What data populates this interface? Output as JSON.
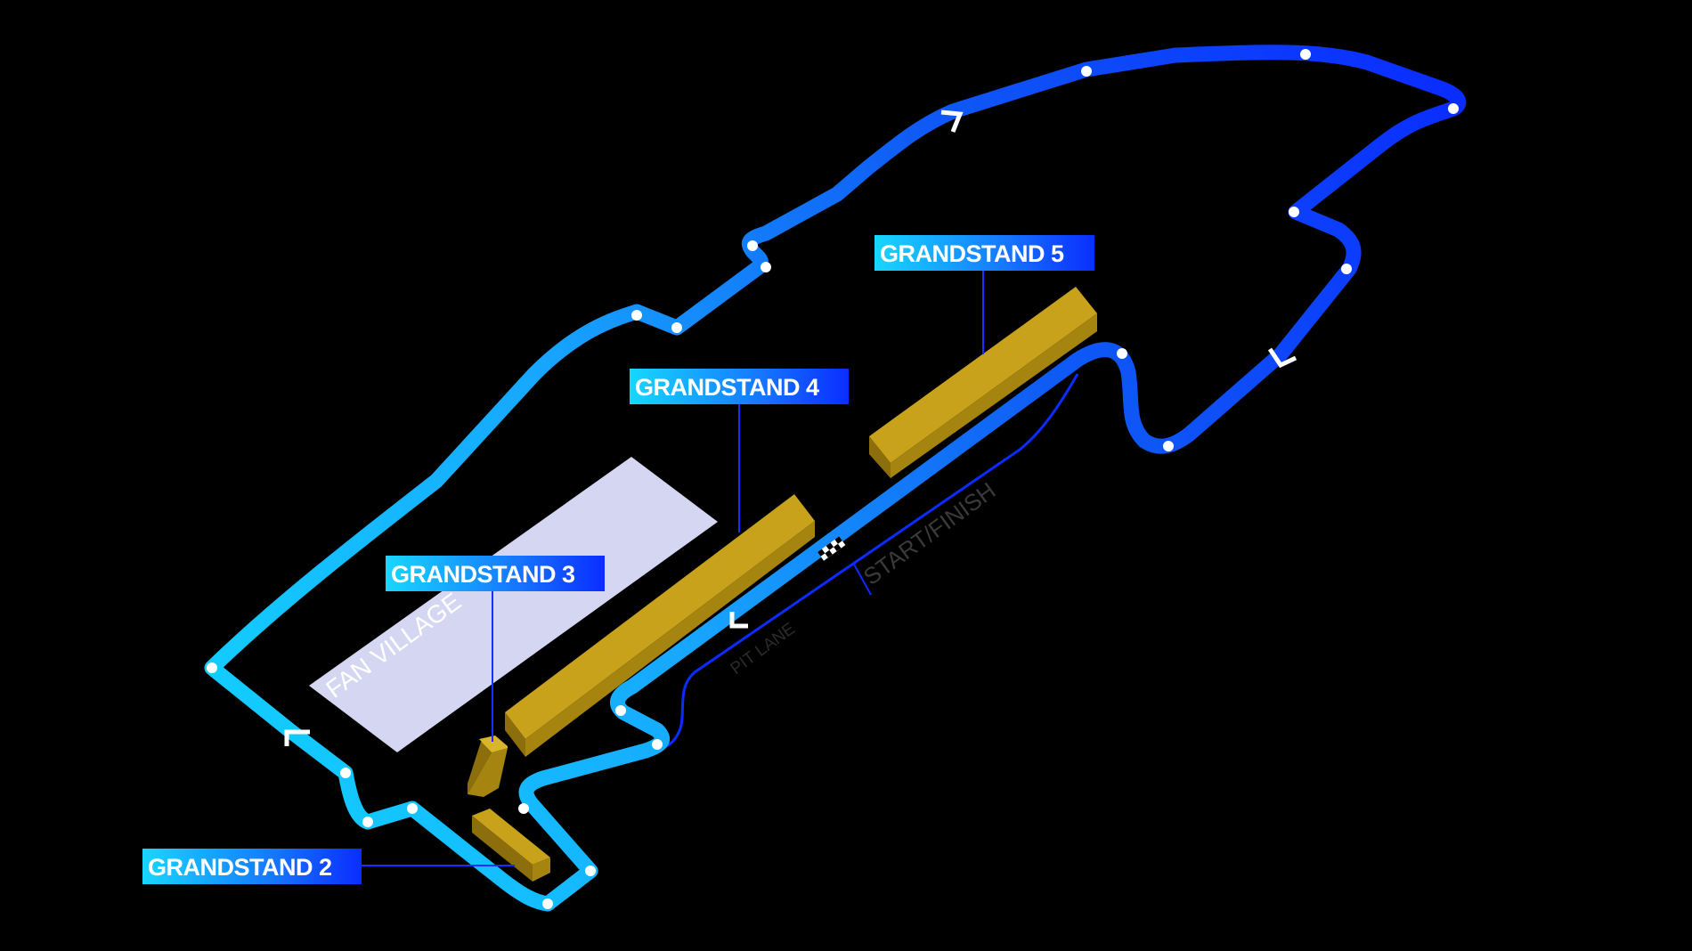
{
  "track": {
    "start_finish_label": "START/FINISH",
    "pit_lane_label": "PIT LANE"
  },
  "zones": {
    "fan_village_label": "FAN VILLAGE"
  },
  "grandstands": [
    {
      "id": "2",
      "label": "GRANDSTAND 2"
    },
    {
      "id": "3",
      "label": "GRANDSTAND 3"
    },
    {
      "id": "4",
      "label": "GRANDSTAND 4"
    },
    {
      "id": "5",
      "label": "GRANDSTAND 5"
    }
  ],
  "colors": {
    "background": "#000000",
    "track_light": "#12d2ff",
    "track_dark": "#0a2cff",
    "leader_line": "#1a2cff",
    "grandstand_top": "#c7a21a",
    "grandstand_side": "#8c6f0c",
    "fan_village": "#d4d6f2",
    "corner_dot": "#ffffff"
  }
}
